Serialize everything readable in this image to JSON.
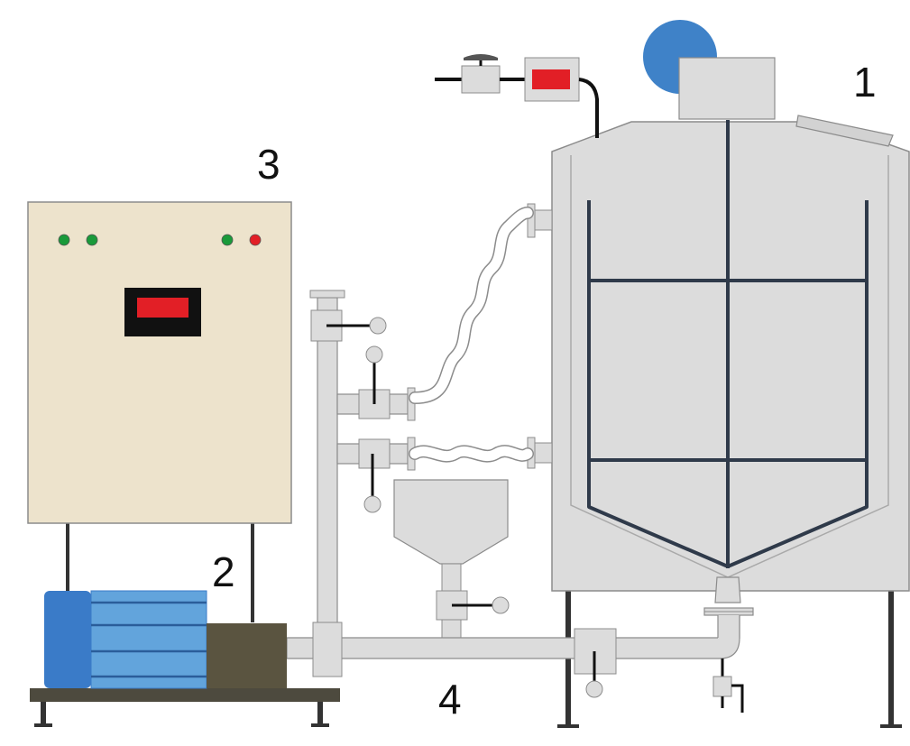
{
  "labels": {
    "tank": "1",
    "pump": "2",
    "control_cabinet": "3",
    "pipeline": "4"
  },
  "colors": {
    "steel": "#dcdcdc",
    "steel_dark": "#cfcfcf",
    "outline": "#8c8c8c",
    "jacket_line": "#2f3a4a",
    "cabinet": "#ede3cc",
    "display_bezel": "#111111",
    "display_red": "#e21f26",
    "led_green": "#1a9a3a",
    "led_red": "#e21f26",
    "motor_blue_dark": "#3a7bc8",
    "motor_blue": "#62a4dc",
    "pump_body": "#5a5440",
    "base_frame": "#4d4a3e",
    "fan_blue": "#3f82c8"
  }
}
